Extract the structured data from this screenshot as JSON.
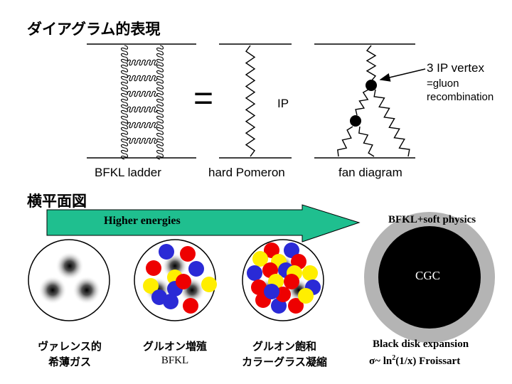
{
  "heading_top": "ダイアグラム的表現",
  "heading_mid": "横平面図",
  "diagram": {
    "equals": "=",
    "ip": "IP",
    "vertex_title": "3 IP vertex",
    "vertex_note_line1": "=gluon",
    "vertex_note_line2": "recombination",
    "label_bfkl": "BFKL ladder",
    "label_hard": "hard Pomeron",
    "label_fan": "fan diagram"
  },
  "arrow": {
    "label": "Higher energies",
    "color": "#1fbf8f"
  },
  "right_top_label": "BFKL+soft physics",
  "cgc_label": "CGC",
  "captions": {
    "c1_line1": "ヴァレンス的",
    "c1_line2": "希薄ガス",
    "c2_line1": "グルオン増殖",
    "c2_line2": "BFKL",
    "c3_line1": "グルオン飽和",
    "c3_line2": "カラーグラス凝縮",
    "c4_line1": "Black disk expansion",
    "c4_sigma": "σ",
    "c4_middle": "~ ln",
    "c4_sup": "2",
    "c4_end": "(1/x)   Froissart"
  },
  "colors": {
    "red": "#ee0000",
    "yellow": "#ffee00",
    "blue": "#2a2ad6",
    "ring_gray": "#b4b4b4",
    "black": "#000000"
  }
}
